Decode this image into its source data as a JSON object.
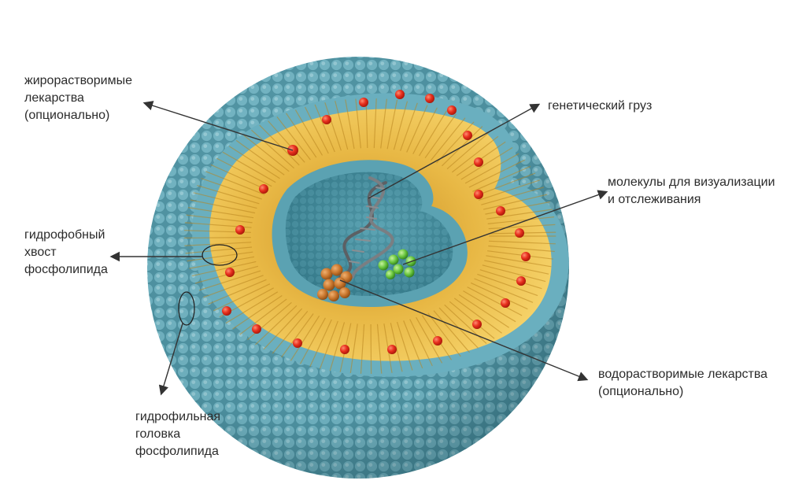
{
  "labels": {
    "fat_soluble": [
      "жирорастворимые",
      "лекарства",
      "(опционально)"
    ],
    "genetic": [
      "генетический груз"
    ],
    "visualization": [
      "молекулы для визуализации",
      "и отслеживания"
    ],
    "tail": [
      "гидрофобный",
      "хвост",
      "фосфолипида"
    ],
    "water_soluble": [
      "водорастворимые лекарства",
      "(опционально)"
    ],
    "head": [
      "гидрофильная",
      "головка",
      "фосфолипида"
    ]
  },
  "colors": {
    "head_teal": "#69afbf",
    "head_shadow": "#3f8797",
    "tail_yellow": "#f2c751",
    "tail_dark": "#c8952a",
    "drug_red": "#e8301e",
    "core_teal": "#4e93a3",
    "dna": "#6a6e72",
    "tracer_green": "#6ac63f",
    "water_drug_orange": "#c9772e",
    "arrow": "#333333"
  },
  "icons": [
    "liposome-illustration",
    "dna-helix-icon",
    "arrow-icon"
  ]
}
